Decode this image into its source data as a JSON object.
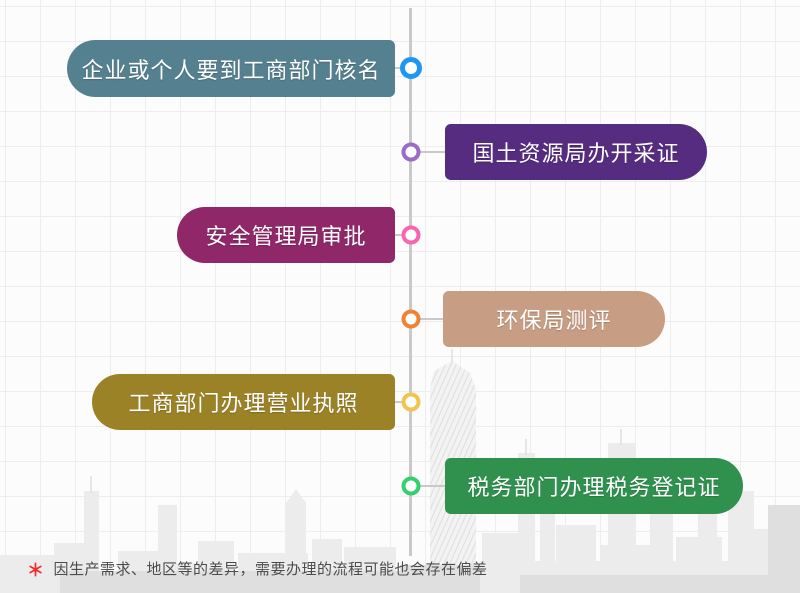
{
  "steps": [
    {
      "label": "企业或个人要到工商部门核名",
      "side": "left",
      "box_color": "#55808f",
      "dot_color": "#1e97f3"
    },
    {
      "label": "国土资源局办开采证",
      "side": "right",
      "box_color": "#562c80",
      "dot_color": "#9a6cc8"
    },
    {
      "label": "安全管理局审批",
      "side": "left",
      "box_color": "#8f2768",
      "dot_color": "#f765b0"
    },
    {
      "label": "环保局测评",
      "side": "right",
      "box_color": "#c79d84",
      "dot_color": "#ee8432"
    },
    {
      "label": "工商部门办理营业执照",
      "side": "left",
      "box_color": "#9c8226",
      "dot_color": "#f0c44e"
    },
    {
      "label": "税务部门办理税务登记证",
      "side": "right",
      "box_color": "#30914f",
      "dot_color": "#35cf6f"
    }
  ],
  "note": {
    "star": "＊",
    "text": "因生产需求、地区等的差异，需要办理的流程可能也会存在偏差"
  },
  "colors": {
    "background": "#fcfcfc",
    "grid": "#ededed",
    "timeline_line": "#c9c9c9",
    "skyline_light": "#ececec",
    "skyline_dark": "#dfdfdf",
    "note_text": "#4c4c4c",
    "note_star": "#ee2b24"
  }
}
